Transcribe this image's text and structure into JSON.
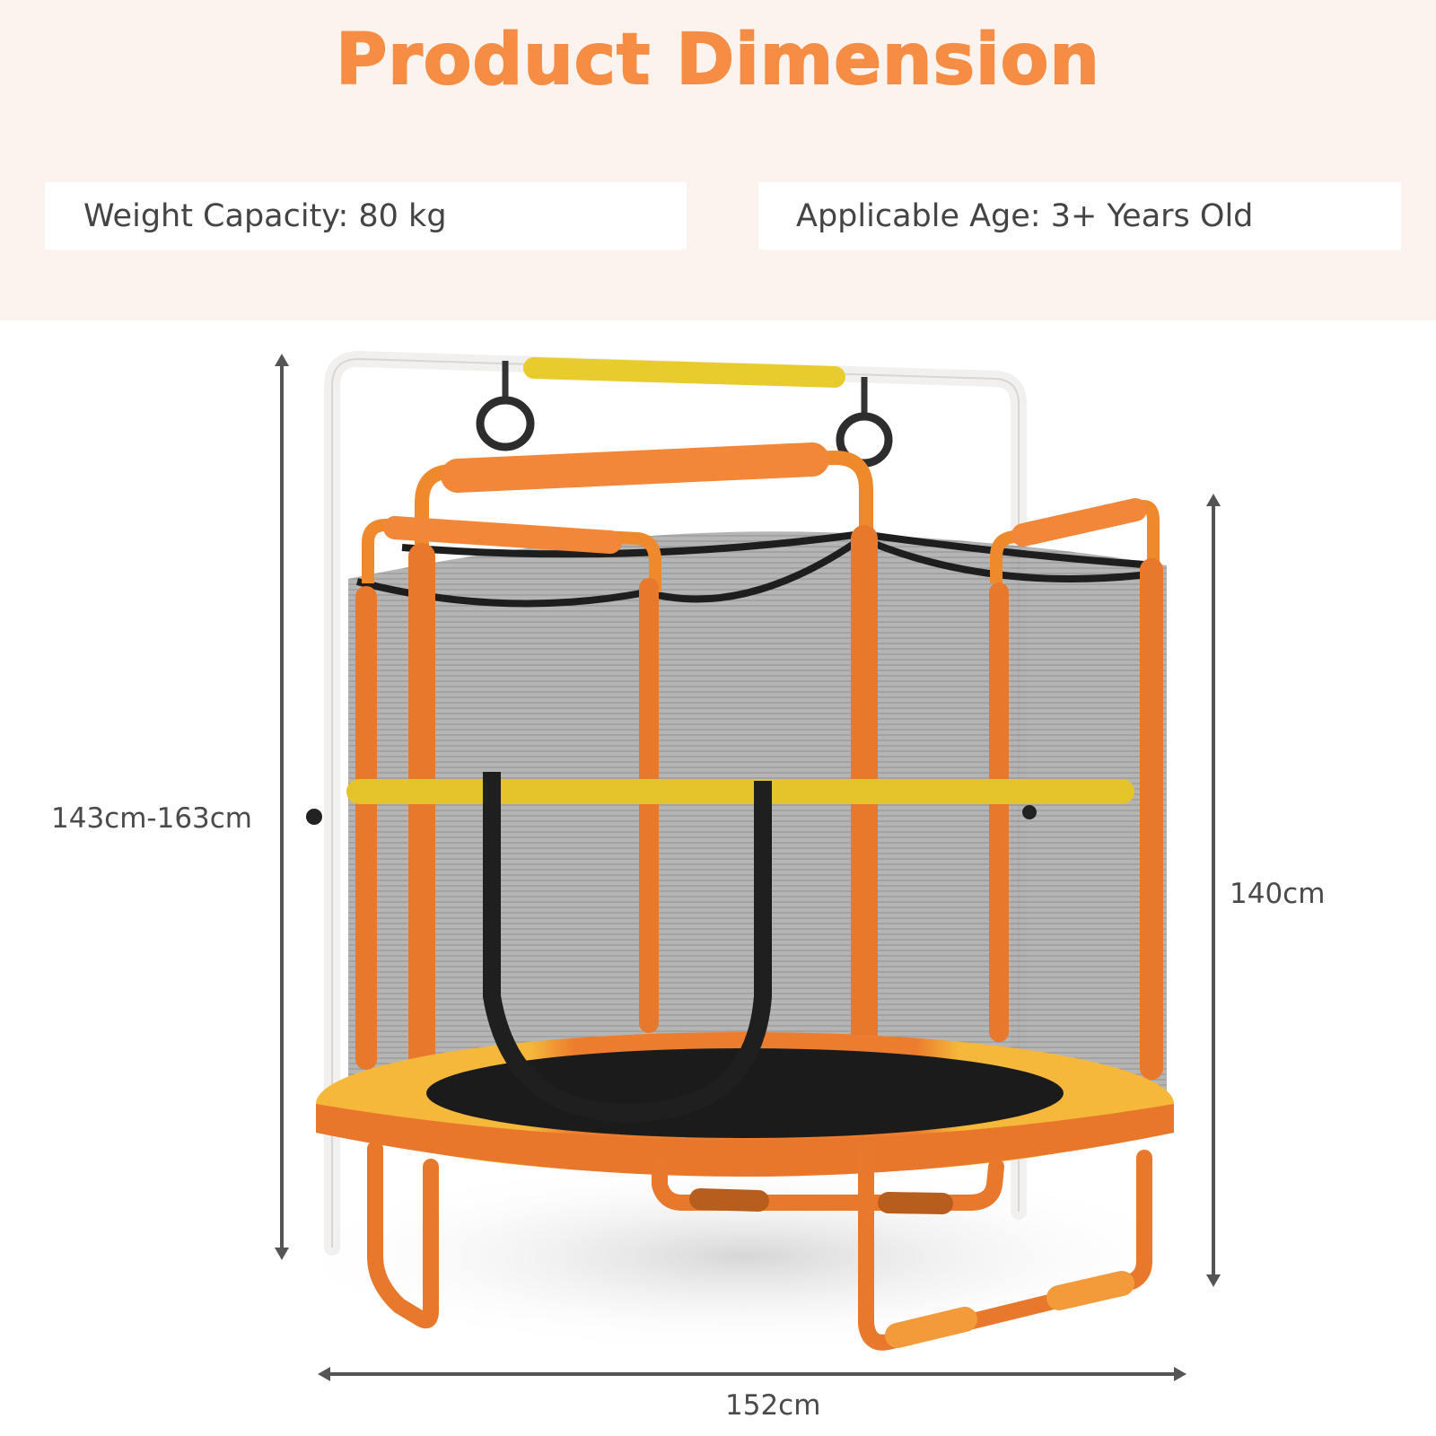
{
  "header": {
    "title": "Product Dimension",
    "specs": [
      {
        "label": "Weight Capacity: 80 kg"
      },
      {
        "label": "Applicable Age: 3+ Years Old"
      }
    ]
  },
  "dimensions": {
    "overall_height": "143cm-163cm",
    "enclosure_height": "140cm",
    "diameter": "152cm"
  },
  "product": {
    "name": "kids trampoline with enclosure net, swing bar and gymnastic rings",
    "colors": {
      "frame": "#e8782c",
      "pad_yellow": "#f5b83a",
      "foam_yellow": "#e8cc2e",
      "net": "#9a9a9a",
      "bar_white": "#f2f0ee",
      "title_orange": "#f58d45",
      "header_bg": "#fdf3ee"
    }
  }
}
